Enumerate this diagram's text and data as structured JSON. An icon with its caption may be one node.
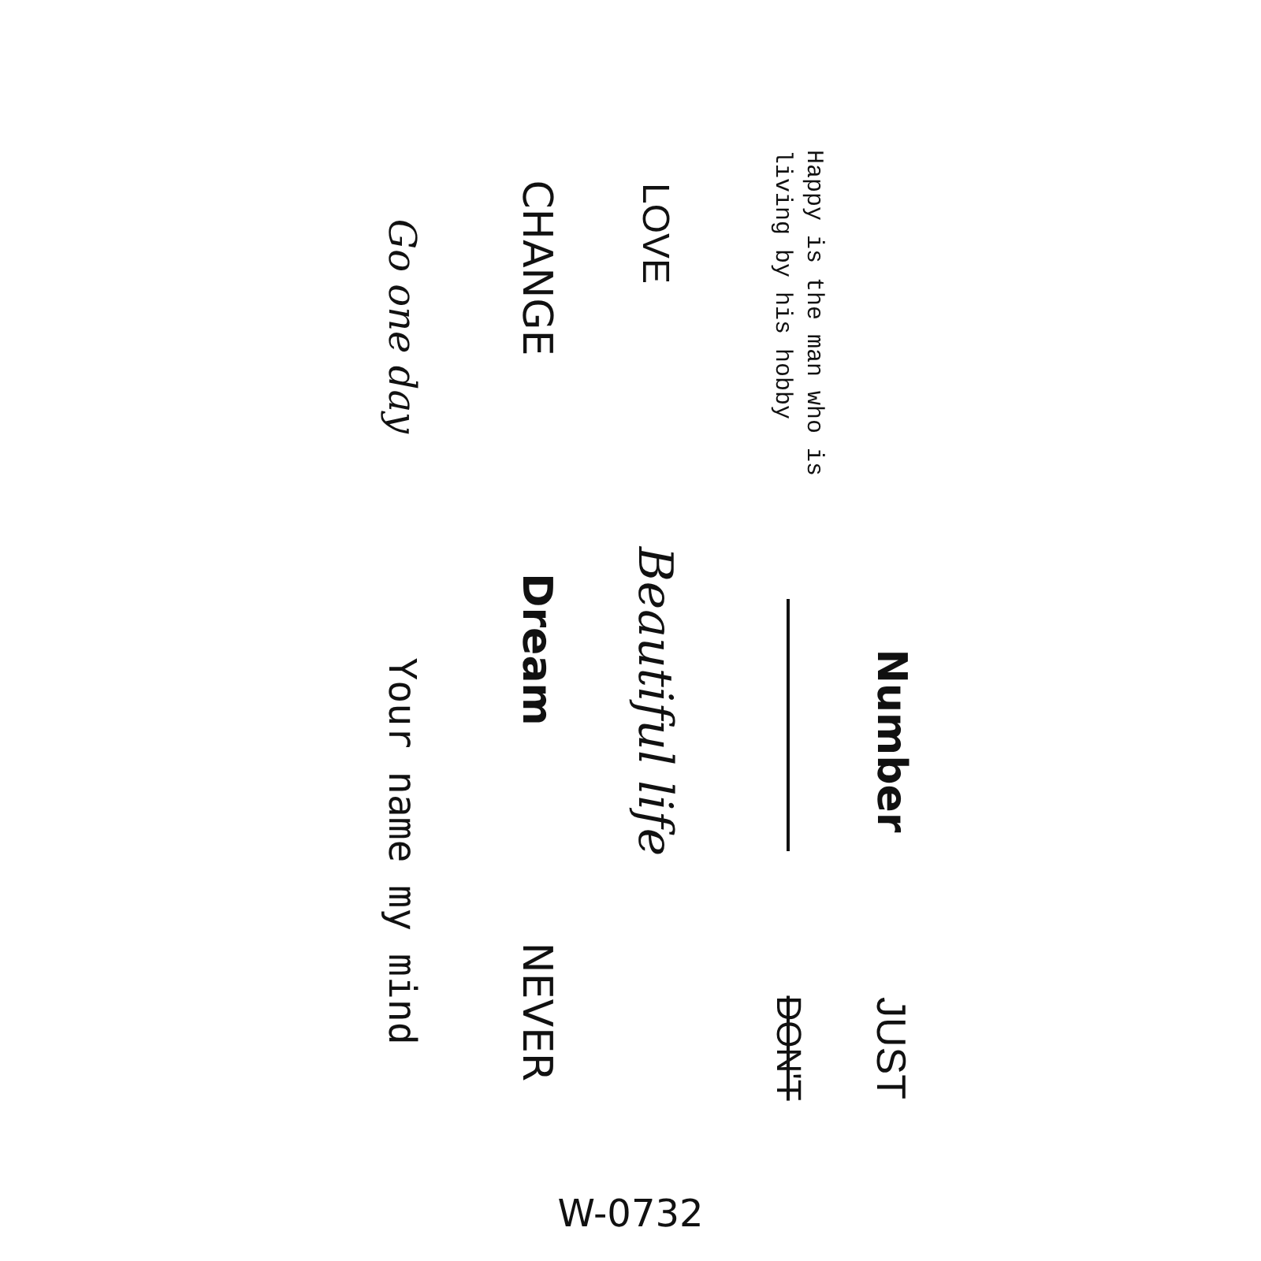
{
  "diagram": {
    "labels": [
      "Happy is the man who is living by his hobby",
      "Number",
      "JUST",
      "DON'T",
      "LOVE",
      "Beautiful life",
      "CHANGE",
      "Dream",
      "NEVER",
      "Go one day",
      "Your name my mind",
      "W-0732"
    ]
  }
}
